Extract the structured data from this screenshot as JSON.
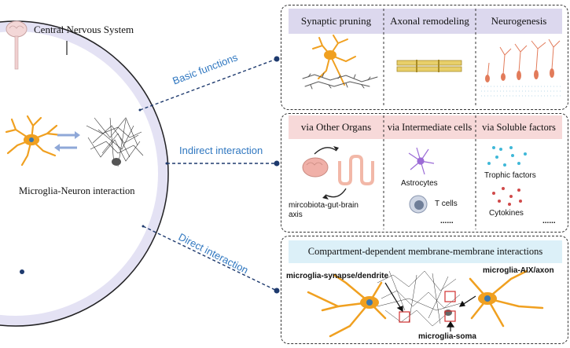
{
  "left": {
    "cns_label": "Central Nervous System",
    "interaction_label": "Microglia-Neuron interaction"
  },
  "connectors": {
    "basic": "Basic functions",
    "indirect": "Indirect interaction",
    "direct": "Direct interaction"
  },
  "basic_panel": {
    "headers": [
      "Synaptic pruning",
      "Axonal remodeling",
      "Neurogenesis"
    ]
  },
  "indirect_panel": {
    "headers": [
      "via Other Organs",
      "via Intermediate cells",
      "via Soluble factors"
    ],
    "organs_label_1": "mircobiota-gut-brain",
    "organs_label_2": "axis",
    "astrocytes": "Astrocytes",
    "t_cells": "T cells",
    "trophic": "Trophic factors",
    "cytokines": "Cytokines",
    "ellipsis": "......"
  },
  "direct_panel": {
    "header": "Compartment-dependent membrane-membrane interactions",
    "synapse": "microglia-synapse/dendrite",
    "axon": "microglia-AIX/axon",
    "soma": "microglia-soma"
  },
  "colors": {
    "header_basic": "#dcd8ee",
    "header_indirect": "#f7d9d9",
    "header_direct": "#dcf0f8",
    "connector": "#2f77c0",
    "microglia": "#f0a020",
    "ring": "#c9c6e8"
  }
}
